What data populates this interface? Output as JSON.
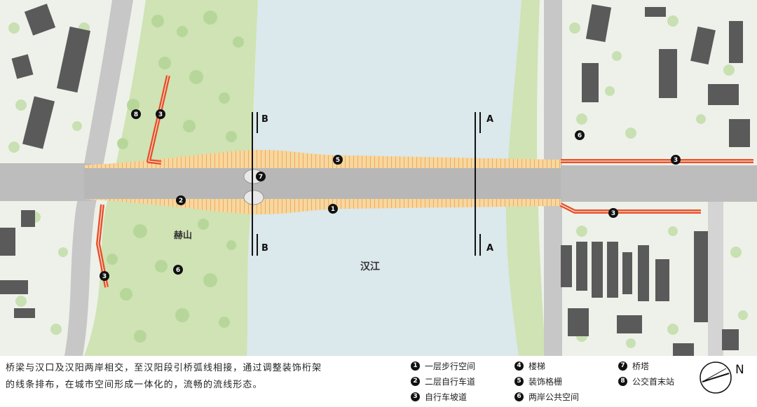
{
  "map": {
    "labels": {
      "hanjiang": "汉江",
      "heshan": "赫山",
      "section_a": "A",
      "section_b": "B"
    },
    "markers": {
      "m1": "1",
      "m2": "2",
      "m3a": "3",
      "m3b": "3",
      "m3c": "3",
      "m3d": "3",
      "m5": "5",
      "m6a": "6",
      "m6b": "6",
      "m7": "7",
      "m8": "8"
    },
    "colors": {
      "river": "#dbe8ec",
      "road": "#b7b7b7",
      "greenery": "#cfe3b4",
      "building": "#5a5a5a",
      "bike_ramp": "#e8512a",
      "truss": "#f0a848"
    }
  },
  "caption": {
    "line1": "桥梁与汉口及汉阳两岸相交，至汉阳段引桥弧线相接，通过调整装饰桁架",
    "line2": "的线条排布，在城市空间形成一体化的，流畅的流线形态。"
  },
  "legend": [
    {
      "num": "1",
      "label": "一层步行空间"
    },
    {
      "num": "2",
      "label": "二层自行车道"
    },
    {
      "num": "3",
      "label": "自行车坡道"
    },
    {
      "num": "4",
      "label": "楼梯"
    },
    {
      "num": "5",
      "label": "装饰格栅"
    },
    {
      "num": "6",
      "label": "两岸公共空间"
    },
    {
      "num": "7",
      "label": "桥塔"
    },
    {
      "num": "8",
      "label": "公交首末站"
    }
  ],
  "compass": {
    "north_label": "N"
  }
}
